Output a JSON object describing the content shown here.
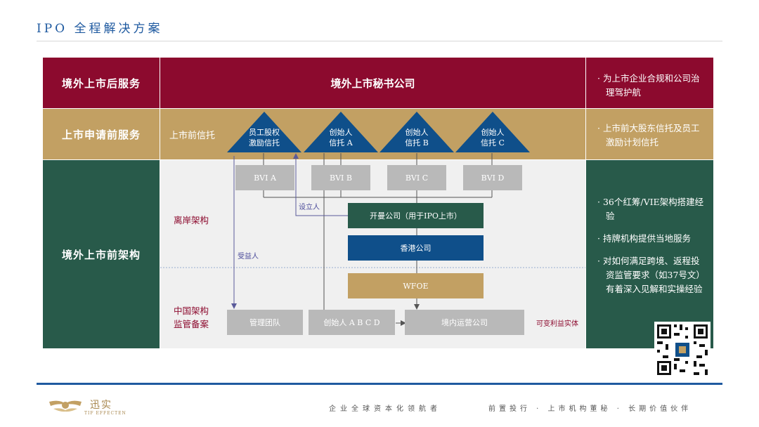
{
  "title": "IPO 全程解决方案",
  "rows": {
    "post_listing": {
      "label": "境外上市后服务",
      "center": "境外上市秘书公司",
      "side": "· 为上市企业合规和公司治理驾护航"
    },
    "pre_application": {
      "label": "上市申请前服务",
      "trust_label": "上市前信托",
      "side": "· 上市前大股东信托及员工激励计划信托"
    },
    "pre_structure": {
      "label": "境外上市前架构",
      "side_items": [
        "· 36个红筹/VIE架构搭建经验",
        "· 持牌机构提供当地服务",
        "· 对如何满足跨境、返程投资监管要求（如37号文）有着深入见解和实操经验"
      ]
    }
  },
  "trusts": [
    {
      "line1": "员工股权",
      "line2": "激励信托"
    },
    {
      "line1": "创始人",
      "line2": "信托 A"
    },
    {
      "line1": "创始人",
      "line2": "信托 B"
    },
    {
      "line1": "创始人",
      "line2": "信托 C"
    }
  ],
  "bvis": [
    "BVI A",
    "BVI B",
    "BVI C",
    "BVI D"
  ],
  "diagram": {
    "offshore_label": "离岸架构",
    "china_label_1": "中国架构",
    "china_label_2": "监管备案",
    "cayman": "开曼公司（用于IPO上市）",
    "hk": "香港公司",
    "wfoe": "WFOE",
    "mgmt": "管理团队",
    "founders": "创始人 A B C D",
    "opco": "境内运营公司",
    "vie_label": "可变利益实体",
    "settlor_label": "设立人",
    "beneficiary_label": "受益人"
  },
  "footer": {
    "logo_cn": "迅实",
    "logo_en": "TIF EFFECTEN",
    "slogan1": "企业全球资本化领航者",
    "slogan2": "前置投行 · 上市机构董秘 · 长期价值伙伴"
  },
  "colors": {
    "red": "#8c0a2e",
    "gold": "#c2a063",
    "green": "#285a4a",
    "navy": "#0f4f8a",
    "blue": "#1f5aa0"
  }
}
